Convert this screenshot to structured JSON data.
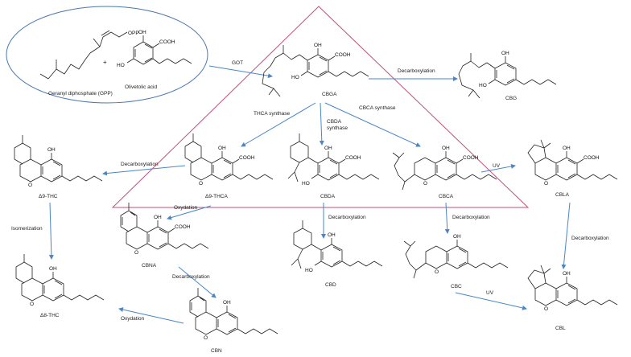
{
  "labels": {
    "gpp": "Geranyl diphosphate (GPP)",
    "olivetolic": "Olivetolic acid",
    "opp": "OPP",
    "plus": "+",
    "got": "GOT",
    "cbga": "CBGA",
    "cbg": "CBG",
    "decarb_cbg": "Decarboxylation",
    "thca_synthase": "THCA synthase",
    "cbda_synthase_1": "CBDA",
    "cbda_synthase_2": "synthase",
    "cbca_synthase": "CBCA synthase",
    "thca": "Δ9-THCA",
    "cbda": "CBDA",
    "cbca": "CBCA",
    "cbla": "CBLA",
    "thc9": "Δ9-THC",
    "decarb_thc": "Decarboxylation",
    "uv1": "UV",
    "uv2": "UV",
    "isomerization": "Isomerization",
    "oxydation1": "Oxydation",
    "oxydation2": "Oxydation",
    "cbna": "CBNA",
    "decarb_cbd": "Decarboxylation",
    "decarb_cbc": "Decarboxylation",
    "decarb_cbl": "Decarboxylation",
    "decarb_cbn": "Decarboxylation",
    "cbd": "CBD",
    "cbc": "CBC",
    "thc8": "Δ8-THC",
    "cbn": "CBN",
    "cbl": "CBL"
  },
  "atoms": {
    "oh": "OH",
    "cooh": "COOH",
    "ho": "HO",
    "o": "O"
  },
  "colors": {
    "arrow": "#4a86c8",
    "triangle": "#c0507a",
    "ellipse": "#4a78b0",
    "bond": "#222222"
  }
}
